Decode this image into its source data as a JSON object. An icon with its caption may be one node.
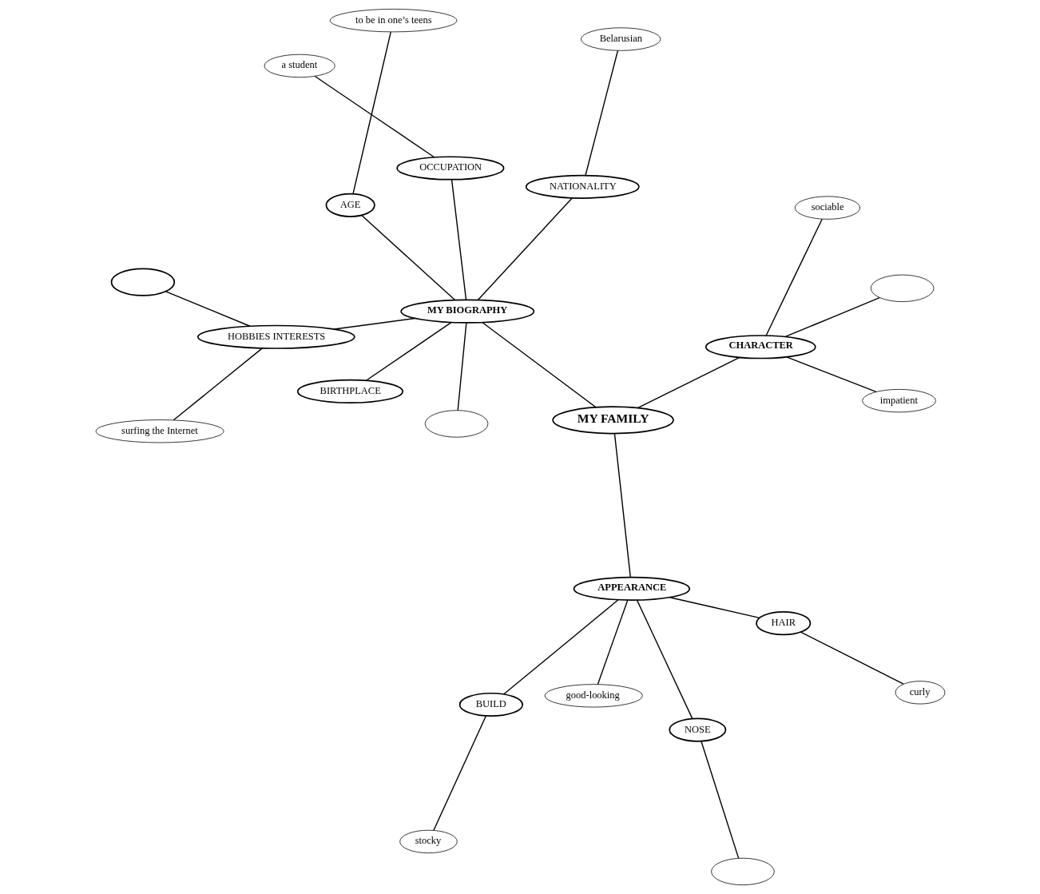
{
  "diagram": {
    "nodes": [
      {
        "text": [
          "surfing the Internet"
        ]
      },
      {
        "text": [
          "curly"
        ]
      },
      {
        "text": [
          "good-looking"
        ]
      },
      {
        "text": [],
        "shape": "ellipse"
      },
      {
        "text": [
          "HOBBIES INTERESTS"
        ]
      },
      {
        "text": [
          "HAIR"
        ]
      },
      {
        "text": [
          "stocky"
        ]
      },
      {
        "text": [
          "APPEARANCE"
        ]
      },
      {
        "text": [
          "BUILD"
        ]
      },
      {
        "text": [],
        "shape": "ellipse"
      },
      {
        "text": [
          "NOSE"
        ]
      },
      {
        "text": [
          "MY BIOGRAPHY"
        ]
      },
      {
        "text": [],
        "shape": "ellipse"
      },
      {
        "text": [
          "MY FAMILY"
        ]
      },
      {
        "text": [
          "OCCUPATION"
        ]
      },
      {
        "text": [
          "BIRTHPLACE"
        ]
      },
      {
        "text": [
          "CHARACTER"
        ]
      },
      {
        "text": [
          "a student"
        ]
      },
      {
        "text": [
          "AGE"
        ]
      },
      {
        "text": [
          "sociable"
        ]
      },
      {
        "text": [
          "NATIONALITY"
        ]
      },
      {
        "text": [
          "impatient"
        ]
      },
      {
        "text": [],
        "shape": "ellipse"
      },
      {
        "text": [
          "Belarusian"
        ]
      },
      {
        "text": [
          "to be in one’s teens"
        ]
      }
    ],
    "edges": [
      {
        "from": 0,
        "to": 4,
        "arrow": "none"
      },
      {
        "from": 3,
        "to": 4,
        "arrow": "none"
      },
      {
        "from": 4,
        "to": 11,
        "arrow": "none"
      },
      {
        "from": 9,
        "to": 11,
        "arrow": "none"
      },
      {
        "from": 11,
        "to": 13,
        "arrow": "none"
      },
      {
        "from": 11,
        "to": 14,
        "arrow": "none"
      },
      {
        "from": 14,
        "to": 17,
        "arrow": "none"
      },
      {
        "from": 11,
        "to": 20,
        "arrow": "none"
      },
      {
        "from": 20,
        "to": 23,
        "arrow": "none"
      },
      {
        "from": 11,
        "to": 18,
        "arrow": "none"
      },
      {
        "from": 18,
        "to": 24,
        "arrow": "none"
      },
      {
        "from": 11,
        "to": 15,
        "arrow": "none"
      },
      {
        "from": 13,
        "to": 7,
        "arrow": "none"
      },
      {
        "from": 7,
        "to": 2,
        "arrow": "none"
      },
      {
        "from": 7,
        "to": 5,
        "arrow": "none"
      },
      {
        "from": 5,
        "to": 1,
        "arrow": "none"
      },
      {
        "from": 7,
        "to": 8,
        "arrow": "none"
      },
      {
        "from": 8,
        "to": 6,
        "arrow": "none"
      },
      {
        "from": 7,
        "to": 10,
        "arrow": "none"
      },
      {
        "from": 10,
        "to": 12,
        "arrow": "none"
      },
      {
        "from": 13,
        "to": 16,
        "arrow": "none"
      },
      {
        "from": 16,
        "to": 19,
        "arrow": "none"
      },
      {
        "from": 16,
        "to": 21,
        "arrow": "none"
      },
      {
        "from": 16,
        "to": 22,
        "arrow": "none"
      }
    ]
  }
}
